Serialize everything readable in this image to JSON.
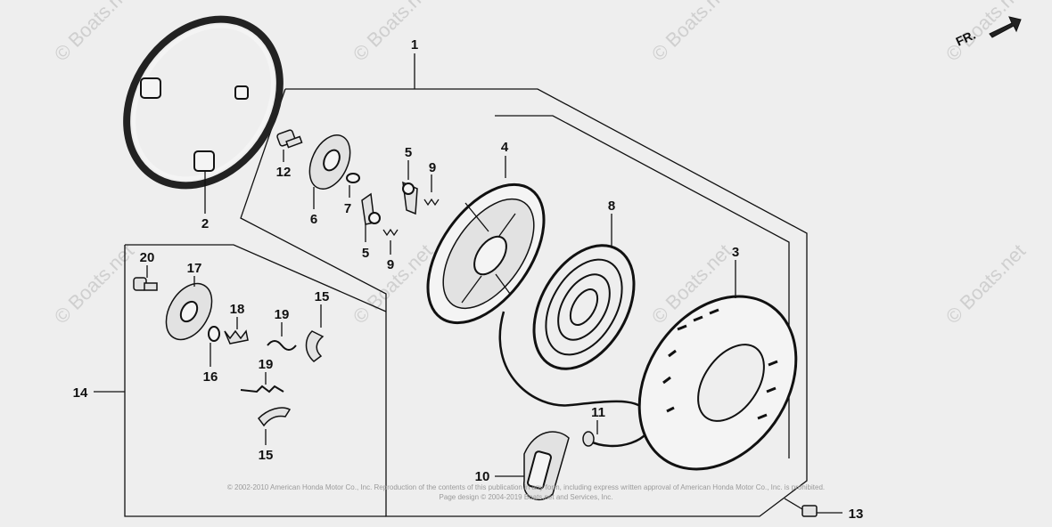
{
  "watermark": {
    "text": "© Boats.net"
  },
  "direction": {
    "label": "FR."
  },
  "callouts": [
    "1",
    "2",
    "3",
    "4",
    "5",
    "5",
    "6",
    "7",
    "8",
    "9",
    "9",
    "10",
    "11",
    "12",
    "13",
    "14",
    "15",
    "15",
    "16",
    "17",
    "18",
    "19",
    "19",
    "20"
  ],
  "copyright": {
    "line1": "© 2002-2010 American Honda Motor Co., Inc. Reproduction of the contents of this publication in any form, including express written approval of American Honda Motor Co., Inc. is prohibited.",
    "line2": "Page design © 2004-2019 Boats.net and Services, Inc."
  }
}
